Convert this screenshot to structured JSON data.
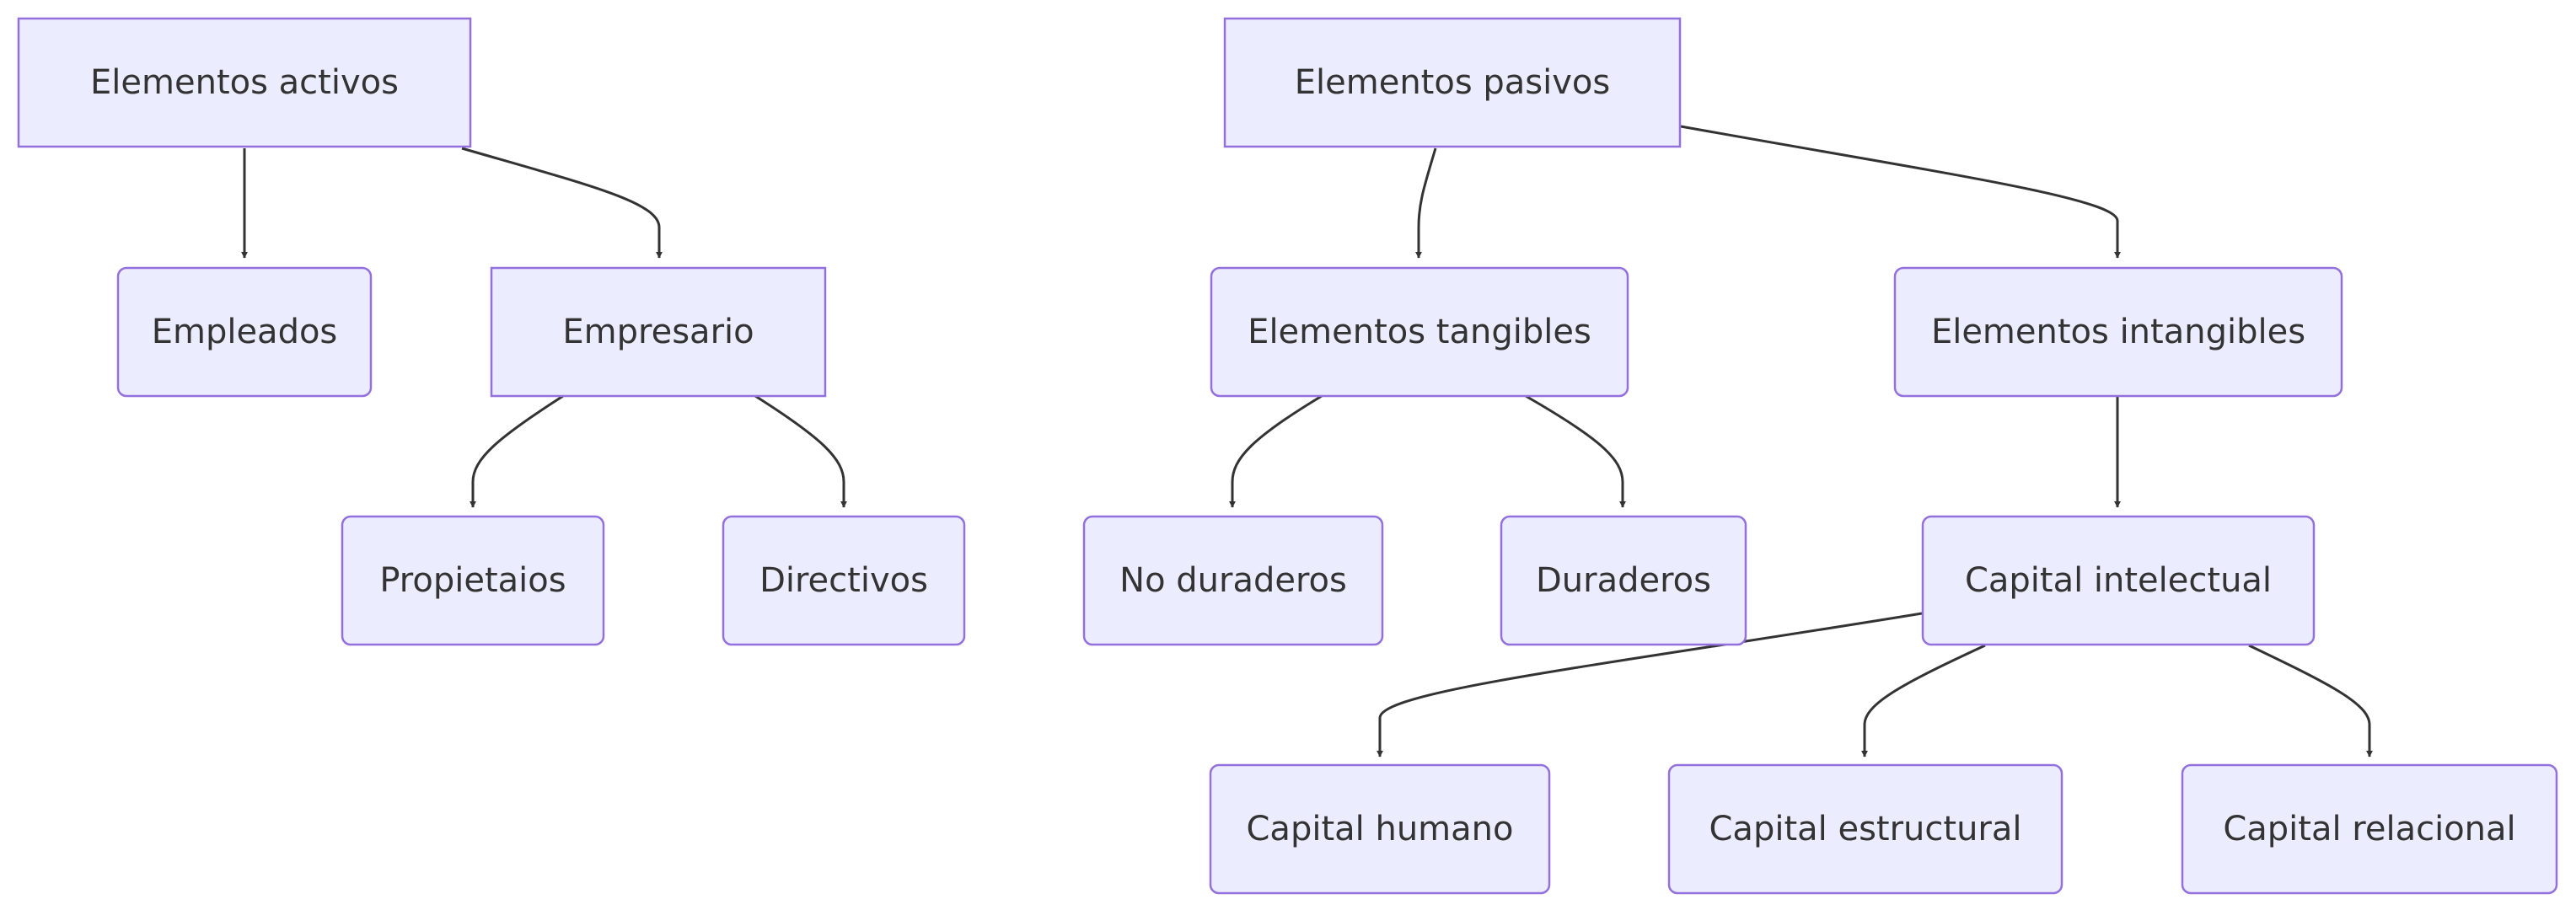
{
  "nodes": {
    "activos": "Elementos activos",
    "pasivos": "Elementos pasivos",
    "empleados": "Empleados",
    "empresario": "Empresario",
    "tangibles": "Elementos tangibles",
    "intangibles": "Elementos intangibles",
    "propietarios": "Propietaios",
    "directivos": "Directivos",
    "no_duraderos": "No duraderos",
    "duraderos": "Duraderos",
    "capital_intelectual": "Capital intelectual",
    "capital_humano": "Capital humano",
    "capital_estructural": "Capital estructural",
    "capital_relacional": "Capital relacional"
  },
  "edges": [
    [
      "activos",
      "empleados"
    ],
    [
      "activos",
      "empresario"
    ],
    [
      "empresario",
      "propietarios"
    ],
    [
      "empresario",
      "directivos"
    ],
    [
      "pasivos",
      "tangibles"
    ],
    [
      "pasivos",
      "intangibles"
    ],
    [
      "tangibles",
      "no_duraderos"
    ],
    [
      "tangibles",
      "duraderos"
    ],
    [
      "intangibles",
      "capital_intelectual"
    ],
    [
      "capital_intelectual",
      "capital_humano"
    ],
    [
      "capital_intelectual",
      "capital_estructural"
    ],
    [
      "capital_intelectual",
      "capital_relacional"
    ]
  ],
  "colors": {
    "node_fill": "#ECECFF",
    "node_stroke": "#9370DB",
    "edge": "#333333",
    "text": "#333333"
  }
}
